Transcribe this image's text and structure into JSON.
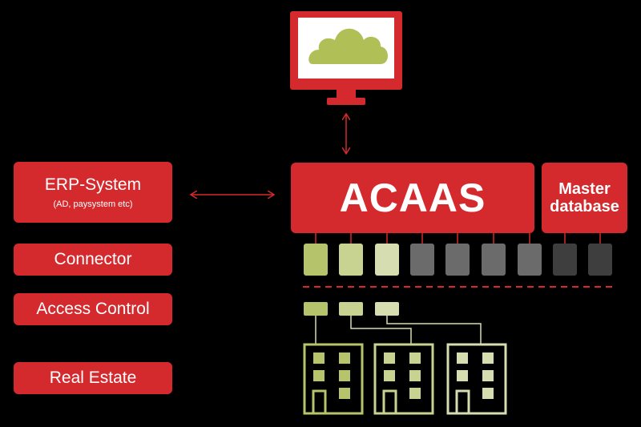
{
  "left_boxes": {
    "erp": {
      "title": "ERP-System",
      "subtitle": "(AD, paysystem etc)"
    },
    "connector": "Connector",
    "access_control": "Access Control",
    "real_estate": "Real Estate"
  },
  "center": {
    "acaas": "ACAAS",
    "master_line1": "Master",
    "master_line2": "database"
  },
  "colors": {
    "red": "#d42a2e",
    "green_dark": "#b5c46a",
    "green_mid": "#c8d391",
    "green_light": "#d6ddb0",
    "gray": "#6b6b6b",
    "dark_gray": "#3e3e3e",
    "building": "#b7c46c"
  },
  "icons": [
    "monitor-icon",
    "cloud-icon",
    "building-icon"
  ]
}
